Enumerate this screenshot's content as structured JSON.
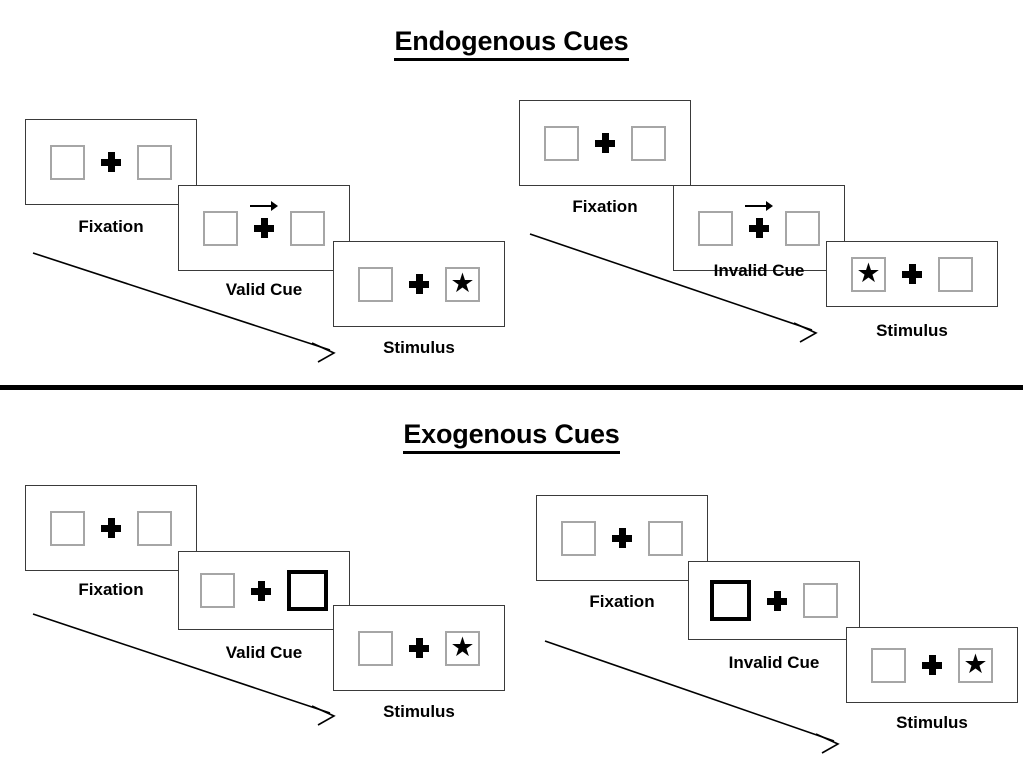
{
  "figure": {
    "sections": [
      {
        "id": "endogenous",
        "title": "Endogenous Cues",
        "columns": [
          {
            "id": "endogenous-valid",
            "frames": [
              {
                "label": "Fixation",
                "left_box": "empty",
                "right_box": "empty",
                "cue": "none",
                "cue_direction": ""
              },
              {
                "label": "Valid Cue",
                "left_box": "empty",
                "right_box": "empty",
                "cue": "arrow",
                "cue_direction": "right"
              },
              {
                "label": "Stimulus",
                "left_box": "empty",
                "right_box": "star",
                "cue": "none",
                "cue_direction": ""
              }
            ]
          },
          {
            "id": "endogenous-invalid",
            "frames": [
              {
                "label": "Fixation",
                "left_box": "empty",
                "right_box": "empty",
                "cue": "none",
                "cue_direction": ""
              },
              {
                "label": "Invalid Cue",
                "left_box": "empty",
                "right_box": "empty",
                "cue": "arrow",
                "cue_direction": "right"
              },
              {
                "label": "Stimulus",
                "left_box": "star",
                "right_box": "empty",
                "cue": "none",
                "cue_direction": ""
              }
            ]
          }
        ]
      },
      {
        "id": "exogenous",
        "title": "Exogenous Cues",
        "columns": [
          {
            "id": "exogenous-valid",
            "frames": [
              {
                "label": "Fixation",
                "left_box": "empty",
                "right_box": "empty",
                "cue": "none",
                "cue_direction": ""
              },
              {
                "label": "Valid Cue",
                "left_box": "empty",
                "right_box": "highlight",
                "cue": "none",
                "cue_direction": ""
              },
              {
                "label": "Stimulus",
                "left_box": "empty",
                "right_box": "star",
                "cue": "none",
                "cue_direction": ""
              }
            ]
          },
          {
            "id": "exogenous-invalid",
            "frames": [
              {
                "label": "Fixation",
                "left_box": "empty",
                "right_box": "empty",
                "cue": "none",
                "cue_direction": ""
              },
              {
                "label": "Invalid Cue",
                "left_box": "highlight",
                "right_box": "empty",
                "cue": "none",
                "cue_direction": ""
              },
              {
                "label": "Stimulus",
                "left_box": "empty",
                "right_box": "star",
                "cue": "none",
                "cue_direction": ""
              }
            ]
          }
        ]
      }
    ],
    "glyphs": {
      "star": "★",
      "fixation_cross": "plus-cross",
      "cue_arrow": "right-arrow"
    },
    "colors": {
      "ink": "#000000",
      "panel_border": "#3a3a3a",
      "box_border": "#a6a6a6",
      "box_border_highlight": "#000000",
      "background": "#ffffff"
    }
  }
}
